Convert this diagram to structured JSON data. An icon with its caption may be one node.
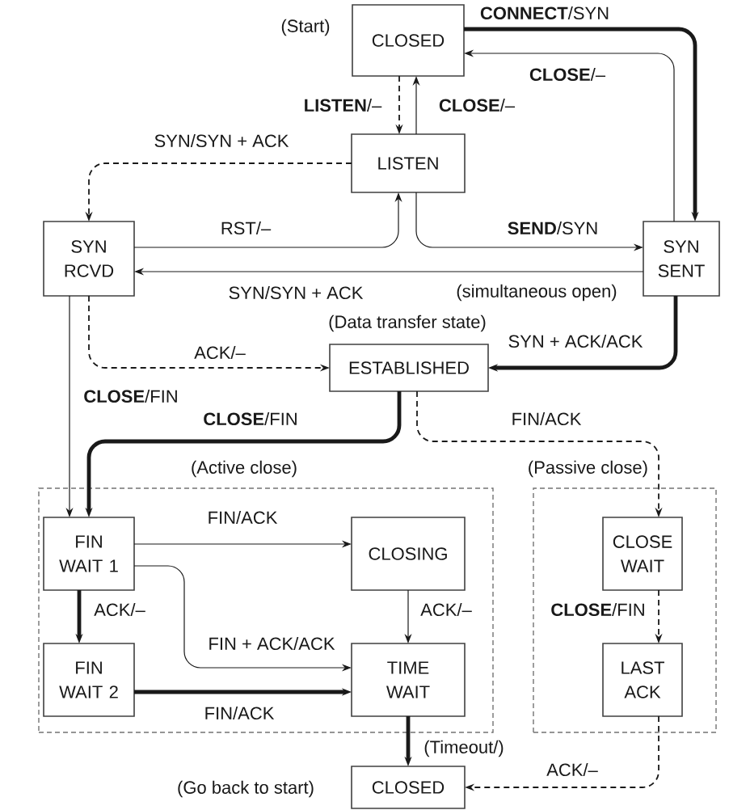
{
  "diagram": {
    "nodes": [
      {
        "text": [
          "CLOSED"
        ],
        "beside": [
          "(Start)"
        ]
      },
      {
        "text": [
          "LISTEN"
        ]
      },
      {
        "text": [
          "SYN RCVD"
        ]
      },
      {
        "text": [
          "SYN SENT"
        ]
      },
      {
        "text": [
          "ESTABLISHED"
        ],
        "beside": [
          "(Data transfer state)"
        ]
      },
      {
        "text": [
          "(Active close)"
        ]
      },
      {
        "text": [
          "FIN WAIT 1"
        ],
        "in": 5
      },
      {
        "text": [
          "CLOSING"
        ],
        "in": 5
      },
      {
        "text": [
          "FIN WAIT 2"
        ],
        "in": 5
      },
      {
        "text": [
          "TIME WAIT"
        ],
        "in": 5
      },
      {
        "text": [
          "(Passive close)"
        ]
      },
      {
        "text": [
          "CLOSE WAIT"
        ],
        "in": 10
      },
      {
        "text": [
          "LAST ACK"
        ],
        "in": 10
      },
      {
        "text": [
          "CLOSED"
        ],
        "beside": [
          "(Go back to start)"
        ]
      }
    ],
    "edges": [
      {
        "from": 0,
        "to": 1,
        "arrow": "to",
        "label": "**LISTEN**/–",
        "style": "dashed"
      },
      {
        "from": 1,
        "to": 0,
        "arrow": "to",
        "label": "**CLOSE**/–"
      },
      {
        "from": 0,
        "to": 3,
        "arrow": "to",
        "label": "**CONNECT**/SYN",
        "style": "thick"
      },
      {
        "from": 3,
        "to": 0,
        "arrow": "to",
        "label": "**CLOSE**/–"
      },
      {
        "from": 1,
        "to": 2,
        "arrow": "to",
        "label": "SYN/SYN + ACK",
        "style": "dashed"
      },
      {
        "from": 2,
        "to": 1,
        "arrow": "to",
        "label": "RST/–"
      },
      {
        "from": 1,
        "to": 3,
        "arrow": "to",
        "label": "**SEND**/SYN"
      },
      {
        "from": 3,
        "to": 2,
        "arrow": "to",
        "label": "SYN/SYN + ACK"
      },
      {
        "from": 2,
        "to": 4,
        "arrow": "to",
        "label": "ACK/–",
        "style": "dashed"
      },
      {
        "from": 3,
        "to": 4,
        "arrow": "to",
        "label": "SYN + ACK/ACK",
        "style": "thick"
      },
      {
        "from": 2,
        "to": 6,
        "arrow": "to",
        "label": "**CLOSE**/FIN"
      },
      {
        "from": 4,
        "to": 6,
        "arrow": "to",
        "label": "**CLOSE**/FIN",
        "style": "thick"
      },
      {
        "from": 4,
        "to": 11,
        "arrow": "to",
        "label": "FIN/ACK",
        "style": "dashed"
      },
      {
        "from": 6,
        "to": 7,
        "arrow": "to",
        "label": "FIN/ACK"
      },
      {
        "from": 6,
        "to": 8,
        "arrow": "to",
        "label": "ACK/–",
        "style": "thick"
      },
      {
        "from": 6,
        "to": 9,
        "arrow": "to",
        "label": "FIN + ACK/ACK"
      },
      {
        "from": 7,
        "to": 9,
        "arrow": "to",
        "label": "ACK/–"
      },
      {
        "from": 8,
        "to": 9,
        "arrow": "to",
        "label": "FIN/ACK",
        "style": "thick"
      },
      {
        "from": 9,
        "to": 13,
        "arrow": "to",
        "label": "(Timeout/)",
        "style": "thick"
      },
      {
        "from": 11,
        "to": 12,
        "arrow": "to",
        "label": "**CLOSE**/FIN",
        "style": "dashed"
      },
      {
        "from": 12,
        "to": 13,
        "arrow": "to",
        "label": "ACK/–",
        "style": "dashed"
      }
    ],
    "labels": [
      "(simultaneous open)"
    ]
  }
}
